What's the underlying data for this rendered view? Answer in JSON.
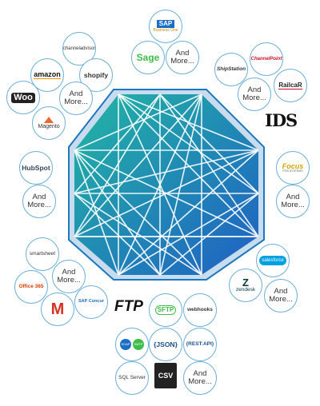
{
  "center_graphic": {
    "gradient_start": "#22b6a4",
    "gradient_end": "#1f5fc4",
    "outer_fill": "#c9dced",
    "border_color": "#1c78c0"
  },
  "more_label": [
    "And",
    "More..."
  ],
  "bubble_border_color": "#6aaed8",
  "logos": {
    "sap": "SAP",
    "sap_sub": "Business One",
    "sage": "Sage",
    "channeladvisor": "channeladvisor",
    "amazon": "amazon",
    "shopify": "shopify",
    "woo": "Woo",
    "magento": "Magento",
    "hubspot": "HubSpot",
    "shipstation": "ShipStation",
    "channelpoint": "ChannelPoint",
    "railcar": "RailcaR",
    "ids": "IDS",
    "focus": "Focus",
    "focus_sub": "POS SYSTEMS",
    "smartsheet": "smartsheet",
    "office365": "Office 365",
    "gmail": "M",
    "sapconcur": "SAP Concur",
    "salesforce": "salesforce",
    "zendesk": "zendesk",
    "ftp": "FTP",
    "sftp": "SFTP",
    "webhooks": "webhooks",
    "json": "{JSON}",
    "restapi": "{REST:API}",
    "sqlserver": "SQL Server",
    "csv": "CSV",
    "soap": "SOAP",
    "smtp": "SMTP"
  }
}
